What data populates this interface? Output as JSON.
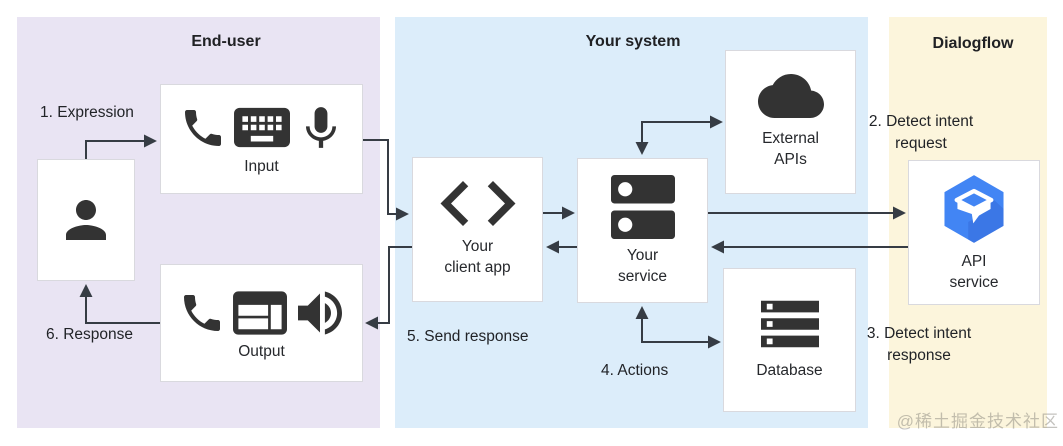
{
  "regions": {
    "end_user": {
      "title": "End-user",
      "bg": "#e9e4f3"
    },
    "your_system": {
      "title": "Your system",
      "bg": "#dcedfa"
    },
    "dialogflow": {
      "title": "Dialogflow",
      "bg": "#fcf5dc"
    }
  },
  "nodes": {
    "end_user_person": {
      "icon": "person-icon"
    },
    "input": {
      "label": "Input",
      "icons": [
        "phone-icon",
        "keyboard-icon",
        "mic-icon"
      ]
    },
    "output": {
      "label": "Output",
      "icons": [
        "phone-icon",
        "web-widget-icon",
        "speaker-icon"
      ]
    },
    "client_app": {
      "label": "Your\nclient app",
      "icon": "code-icon"
    },
    "service": {
      "label": "Your\nservice",
      "icon": "server-stack-icon"
    },
    "external_apis": {
      "label": "External\nAPIs",
      "icon": "cloud-icon"
    },
    "database": {
      "label": "Database",
      "icon": "database-icon"
    },
    "api_service": {
      "label": "API\nservice",
      "icon": "dialogflow-hexagon-icon"
    }
  },
  "flow_labels": {
    "step1": "1. Expression",
    "step2": "2. Detect intent\nrequest",
    "step3": "3. Detect intent\nresponse",
    "step4": "4. Actions",
    "step5": "5. Send response",
    "step6": "6. Response"
  },
  "watermark": "@稀土掘金技术社区",
  "colors": {
    "end_user_bg": "#e9e4f3",
    "your_system_bg": "#dcedfa",
    "dialogflow_bg": "#fcf5dc",
    "arrow": "#363c44",
    "icon": "#333333",
    "dialogflow_blue": "#4285f4",
    "node_border": "#d9d9de"
  }
}
